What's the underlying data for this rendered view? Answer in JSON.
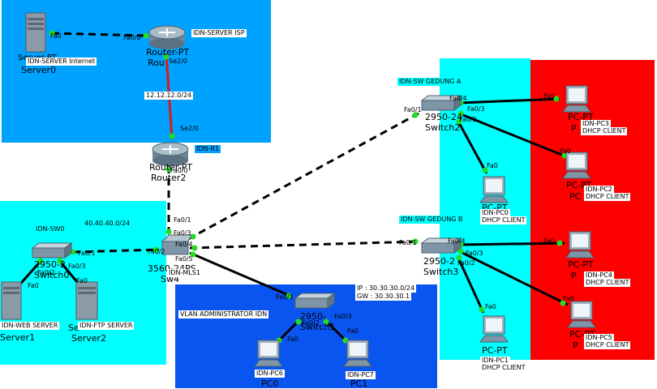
{
  "colors": {
    "zone_isp": "#00a2ff",
    "zone_gedung": "#00ffff",
    "zone_red": "#ff0000",
    "zone_vlan": "#0a55f0",
    "zone_sw0": "#00ffff",
    "link_dashed": "#000000",
    "link_red": "#d81b1b",
    "port_dot": "#22dd22"
  },
  "zones": {
    "vlan_admin": "VLAN ADMINISTRATOR IDN",
    "subnet_sw0": "40.40.40.0/24",
    "isp_link": "12.12.12.0/24",
    "vlan_ip": "IP   : 30.30.30.0/24",
    "vlan_gw": "GW : 30.30.30.1"
  },
  "devices": {
    "server0": {
      "name": "Server0",
      "model": "Server-PT",
      "tag": "IDN-SERVER Internet"
    },
    "router_isp": {
      "name": "Router-PT",
      "name2": "Rou",
      "tag": "IDN-SERVER ISP"
    },
    "router2": {
      "name": "Router-PT",
      "name2": "Router2",
      "tag": "IDN-R1"
    },
    "sw4": {
      "name": "3560-24PS",
      "name2": "Sw4",
      "tag": "IDN-MLS1"
    },
    "sw0": {
      "name": "2950-2",
      "name2": "Switch0",
      "tag": "IDN-SW0"
    },
    "server1": {
      "name": "Server1",
      "tag": "IDN-WEB SERVER"
    },
    "server2": {
      "name": "Server2",
      "model": "Se",
      "tag": "IDN-FTP SERVER"
    },
    "sw1": {
      "name": "2950-",
      "name2": "Switch1",
      "tag": ""
    },
    "pc0": {
      "name": "PC0",
      "tag": "IDN-PC6"
    },
    "pc1": {
      "name": "PC1",
      "tag": "IDN-PC7"
    },
    "sw2": {
      "name": "2950-24",
      "name2": "Switch2",
      "tag": "IDN-SW GEDUNG A"
    },
    "sw3": {
      "name": "2950-2",
      "name2": "Switch3",
      "tag": "IDN-SW GEDUNG B"
    },
    "pc_idn0": {
      "name": "PC-PT",
      "tag": "IDN-PC0",
      "dhcp": "DHCP CLIENT"
    },
    "pc_idn1": {
      "name": "PC-PT",
      "tag": "IDN-PC1",
      "dhcp": "DHCP CLIENT"
    },
    "pc_idn2": {
      "name": "PC-PT",
      "name2": "PC",
      "tag": "IDN-PC2",
      "dhcp": "DHCP CLIENT"
    },
    "pc_idn3": {
      "name": "PC-PT",
      "name2": "P",
      "tag": "IDN-PC3",
      "dhcp": "DHCP CLIENT"
    },
    "pc_idn4": {
      "name": "PC-PT",
      "name2": "P",
      "tag": "IDN-PC4",
      "dhcp": "DHCP CLIENT"
    },
    "pc_idn5": {
      "name": "PC-PT",
      "name2": "P",
      "tag": "IDN-PC5",
      "dhcp": "DHCP CLIENT"
    }
  },
  "ports": {
    "s0_fa0": "Fa0",
    "risp_fa00": "Fa0/0",
    "risp_se20": "Se2/0",
    "r2_se20": "Se2/0",
    "r2_fa00": "Fa0/0",
    "sw4_fa01": "Fa0/1",
    "sw4_fa03": "Fa0/3",
    "sw4_fa04": "Fa0/4",
    "sw4_fa05": "Fa0/5",
    "sw4_fa02": "Fa0/2",
    "sw0_fa01": "Fa0/1",
    "sw0_fa02": "Fa0/2",
    "sw0_fa03": "Fa0/3",
    "s1_fa0": "Fa0",
    "s2_fa0": "Fa0",
    "sw1_fa01": "Fa0/1",
    "sw1_fa02": "Fa0/2",
    "sw1_fa03": "Fa0/3",
    "pc0_fa0": "Fa0",
    "pc1_fa0": "Fa0",
    "sw2_fa01": "Fa0/1",
    "sw2_fa04": "Fa0/4",
    "sw2_fa03": "Fa0/3",
    "sw2_fa02": "Fa0/2",
    "pc3_fa0": "Fa0",
    "pc2_fa0": "Fa0",
    "pc0b_fa0": "Fa0",
    "sw3_fa01": "Fa0/1",
    "sw3_fa04": "Fa0/4",
    "sw3_fa03": "Fa0/3",
    "sw3_fa02": "Fa0/2",
    "pc4_fa0": "Fa0",
    "pc5_fa0": "Fa0",
    "pc1b_fa0": "Fa0"
  }
}
